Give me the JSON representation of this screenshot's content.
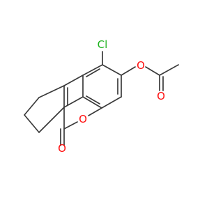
{
  "molecule": {
    "atoms": {
      "chlorine": "Cl",
      "ester_oxygen": "O",
      "carbonyl_oxygen": "O",
      "ring_oxygen": "O",
      "lactone_oxygen": "O"
    },
    "colors": {
      "bond": "#3a3a3a",
      "chlorine": "#1db31d",
      "oxygen": "#ff0d0d"
    }
  }
}
